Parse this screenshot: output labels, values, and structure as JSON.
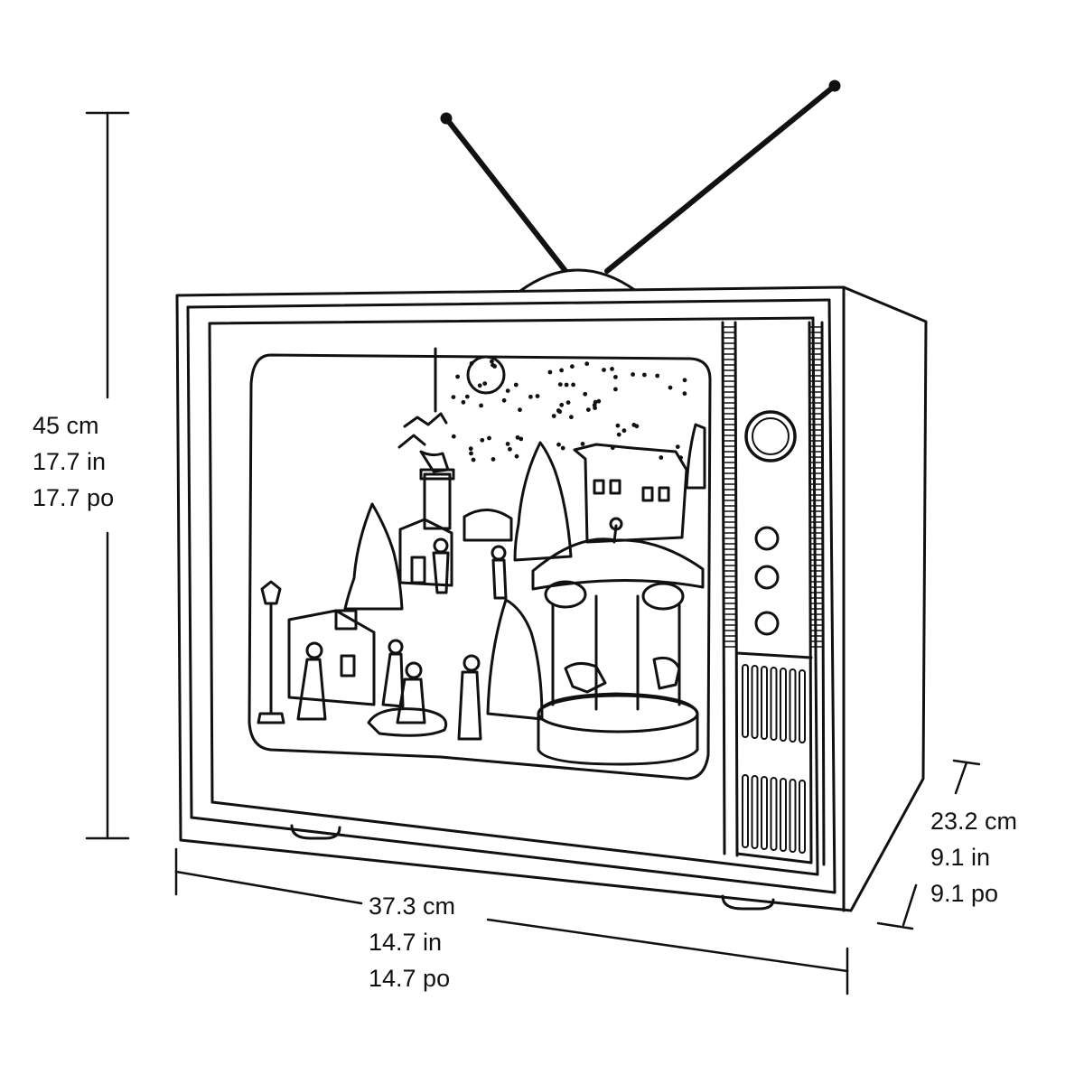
{
  "colors": {
    "line": "#111111",
    "background": "#ffffff"
  },
  "dimensions": {
    "height": {
      "cm": "45 cm",
      "in": "17.7 in",
      "po": "17.7 po"
    },
    "width": {
      "cm": "37.3 cm",
      "in": "14.7 in",
      "po": "14.7 po"
    },
    "depth": {
      "cm": "23.2 cm",
      "in": "9.1 in",
      "po": "9.1 po"
    }
  },
  "illustration": {
    "subject": "retro-tv-music-box",
    "scene": "winter-village-with-carousel"
  }
}
